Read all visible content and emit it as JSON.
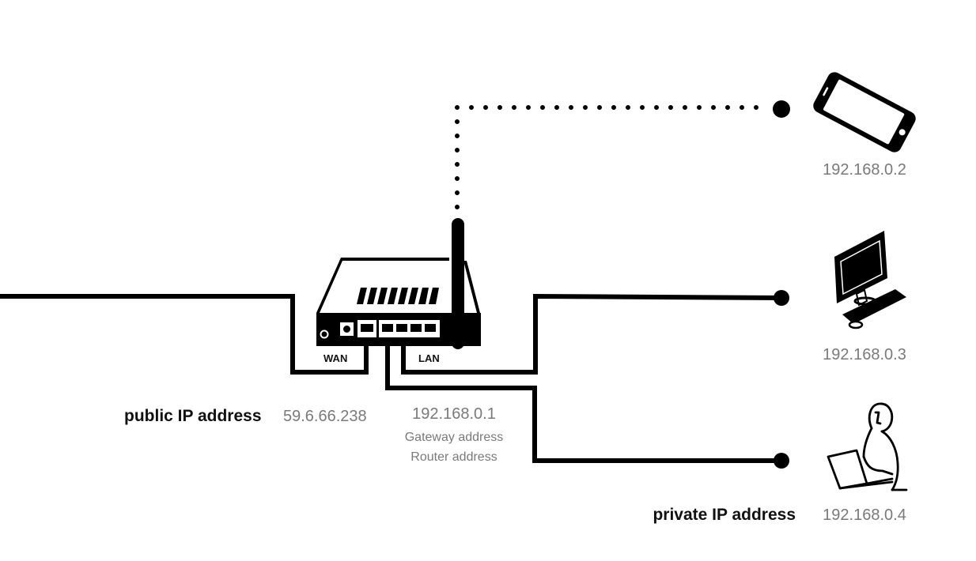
{
  "router": {
    "wan_label": "WAN",
    "lan_label": "LAN",
    "public_label": "public IP address",
    "public_ip": "59.6.66.238",
    "lan_ip": "192.168.0.1",
    "gateway_label": "Gateway address",
    "router_label": "Router address"
  },
  "devices": {
    "phone_ip": "192.168.0.2",
    "desktop_ip": "192.168.0.3",
    "laptop_ip": "192.168.0.4"
  },
  "private_label": "private IP address",
  "icons": {
    "router": "router-icon",
    "phone": "smartphone-icon",
    "desktop": "desktop-computer-icon",
    "laptop": "person-with-laptop-icon"
  },
  "colors": {
    "line": "#000000",
    "ip_text": "#7a7a7a",
    "label_text": "#111111"
  }
}
